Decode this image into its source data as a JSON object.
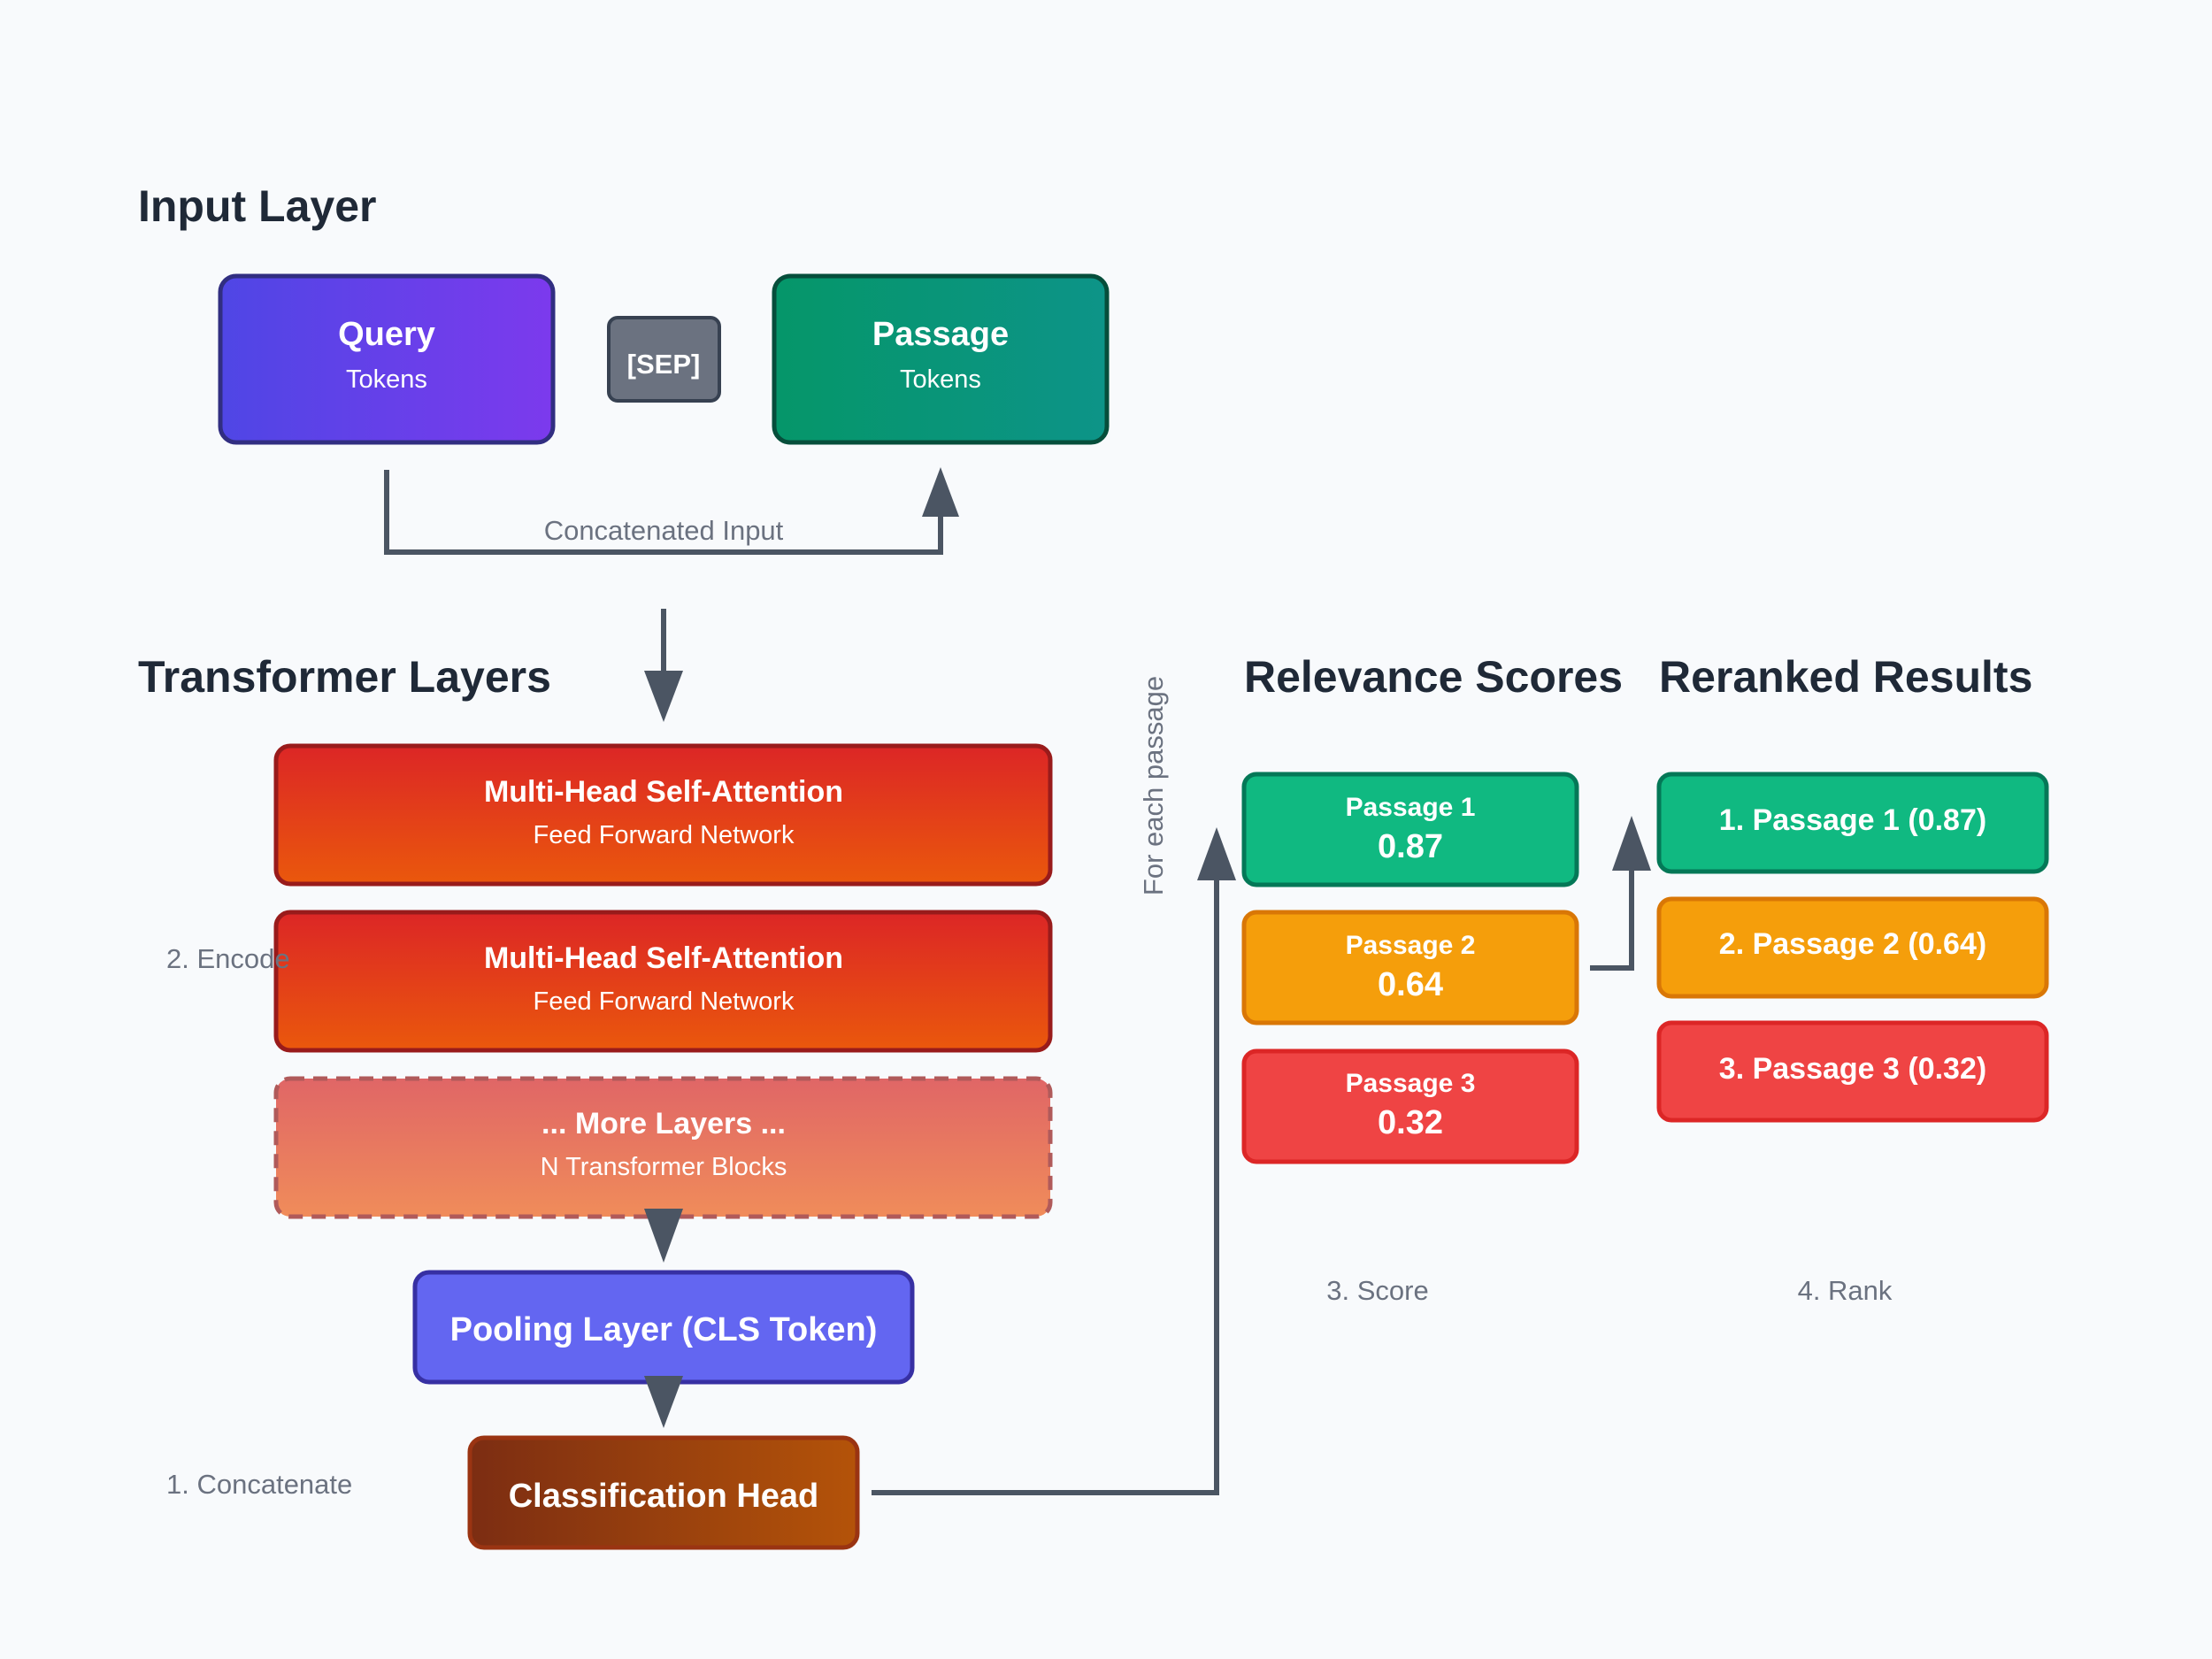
{
  "sections": {
    "input": "Input Layer",
    "transformer": "Transformer Layers",
    "relevance": "Relevance Scores",
    "reranked": "Reranked Results"
  },
  "input": {
    "query_title": "Query",
    "query_sub": "Tokens",
    "sep": "[SEP]",
    "passage_title": "Passage",
    "passage_sub": "Tokens",
    "concat_label": "Concatenated Input"
  },
  "transformer": {
    "layer1_title": "Multi-Head Self-Attention",
    "layer1_sub": "Feed Forward Network",
    "layer2_title": "Multi-Head Self-Attention",
    "layer2_sub": "Feed Forward Network",
    "more_title": "... More Layers ...",
    "more_sub": "N Transformer Blocks",
    "pooling": "Pooling Layer (CLS Token)",
    "classification": "Classification Head"
  },
  "scores": [
    {
      "name": "Passage 1",
      "value": "0.87",
      "color": "#10b981"
    },
    {
      "name": "Passage 2",
      "value": "0.64",
      "color": "#f59e0b"
    },
    {
      "name": "Passage 3",
      "value": "0.32",
      "color": "#ef4444"
    }
  ],
  "reranked": [
    {
      "label": "1. Passage 1 (0.87)",
      "color": "#10b981"
    },
    {
      "label": "2. Passage 2 (0.64)",
      "color": "#f59e0b"
    },
    {
      "label": "3. Passage 3 (0.32)",
      "color": "#ef4444"
    }
  ],
  "annotations": {
    "for_each": "For each passage",
    "step1": "1. Concatenate",
    "step2": "2. Encode",
    "step3": "3. Score",
    "step4": "4. Rank"
  },
  "colors": {
    "query_start": "#4f46e5",
    "query_end": "#7c3aed",
    "passage_start": "#059669",
    "passage_end": "#0d9488",
    "sep": "#6b7280",
    "layer_start": "#dc2626",
    "layer_end": "#ea580c",
    "pooling": "#6366f1",
    "classification_start": "#7c2d12",
    "classification_end": "#b45309",
    "connector": "#4b5563"
  }
}
